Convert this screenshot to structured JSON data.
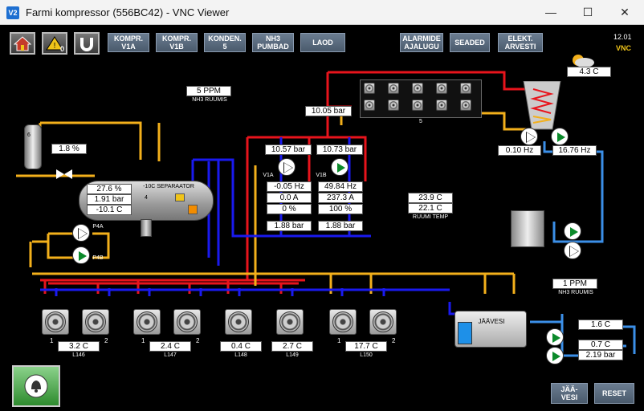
{
  "window": {
    "title": "Farmi kompressor (556BC42) - VNC Viewer",
    "app_icon": "V2",
    "minimize": "—",
    "maximize": "☐",
    "close": "✕"
  },
  "toolbar": {
    "buttons": [
      {
        "label": "KOMPR.\nV1A"
      },
      {
        "label": "KOMPR.\nV1B"
      },
      {
        "label": "KONDEN.\n5"
      },
      {
        "label": "NH3\nPUMBAD"
      },
      {
        "label": "LAOD"
      },
      {
        "label": "ALARMIDE\nAJALUGU"
      },
      {
        "label": "SEADED"
      },
      {
        "label": "ELEKT.\nARVESTI"
      }
    ],
    "alarm_count": "0",
    "time": "12.01",
    "mode": "VNC"
  },
  "sensors": {
    "nh3_top": "5 PPM",
    "nh3_top_label": "NH3 RUUMIS",
    "nh3_right": "1 PPM",
    "nh3_right_label": "NH3 RUUMIS",
    "outdoor_temp": "4.3 C",
    "condenser_pressure": "10.05 bar",
    "condenser_id": "5",
    "tower_pump_left_hz": "0.10 Hz",
    "tower_pump_right_hz": "16.76 Hz",
    "tank_level": "1.8 %",
    "tank_id": "6",
    "room_temp": "23.9 C",
    "room_humidity": "22.1 C",
    "room_temp_label": "RUUMI TEMP"
  },
  "separator": {
    "name": "-10C SEPARAATOR",
    "id": "4",
    "level": "27.6 %",
    "pressure": "1.91 bar",
    "temperature": "-10.1 C",
    "pump_a": "P4A",
    "pump_b": "P4B"
  },
  "compressors": {
    "v1a": {
      "label": "V1A",
      "pressure": "10.57 bar",
      "frequency": "-0.05 Hz",
      "current": "0.0 A",
      "load": "0 %",
      "suction": "1.88 bar"
    },
    "v1b": {
      "label": "V1B",
      "pressure": "10.73 bar",
      "frequency": "49.84 Hz",
      "current": "237.3 A",
      "load": "100 %",
      "suction": "1.88 bar"
    }
  },
  "rooms": [
    {
      "temp": "3.2 C",
      "name": "L146",
      "left": "1",
      "right": "2"
    },
    {
      "temp": "2.4 C",
      "name": "L147",
      "left": "1",
      "right": "2"
    },
    {
      "temp": "0.4 C",
      "name": "L148"
    },
    {
      "temp": "2.7 C",
      "name": "L149"
    },
    {
      "temp": "17.7 C",
      "name": "L150",
      "left": "1",
      "right": "2"
    }
  ],
  "ice_water": {
    "name": "JÄÄVESI",
    "temp_top": "1.6 C",
    "temp_mid": "0.7 C",
    "pressure": "2.19 bar"
  },
  "bottom": {
    "ice_water_button": "JÄÄ-\nVESI",
    "reset_button": "RESET"
  },
  "colors": {
    "hot_pipe": "#e8141c",
    "liquid_pipe": "#f3b01b",
    "cold_pipe": "#1a1aef",
    "water_pipe": "#3b8fe8",
    "button": "#55677c"
  }
}
